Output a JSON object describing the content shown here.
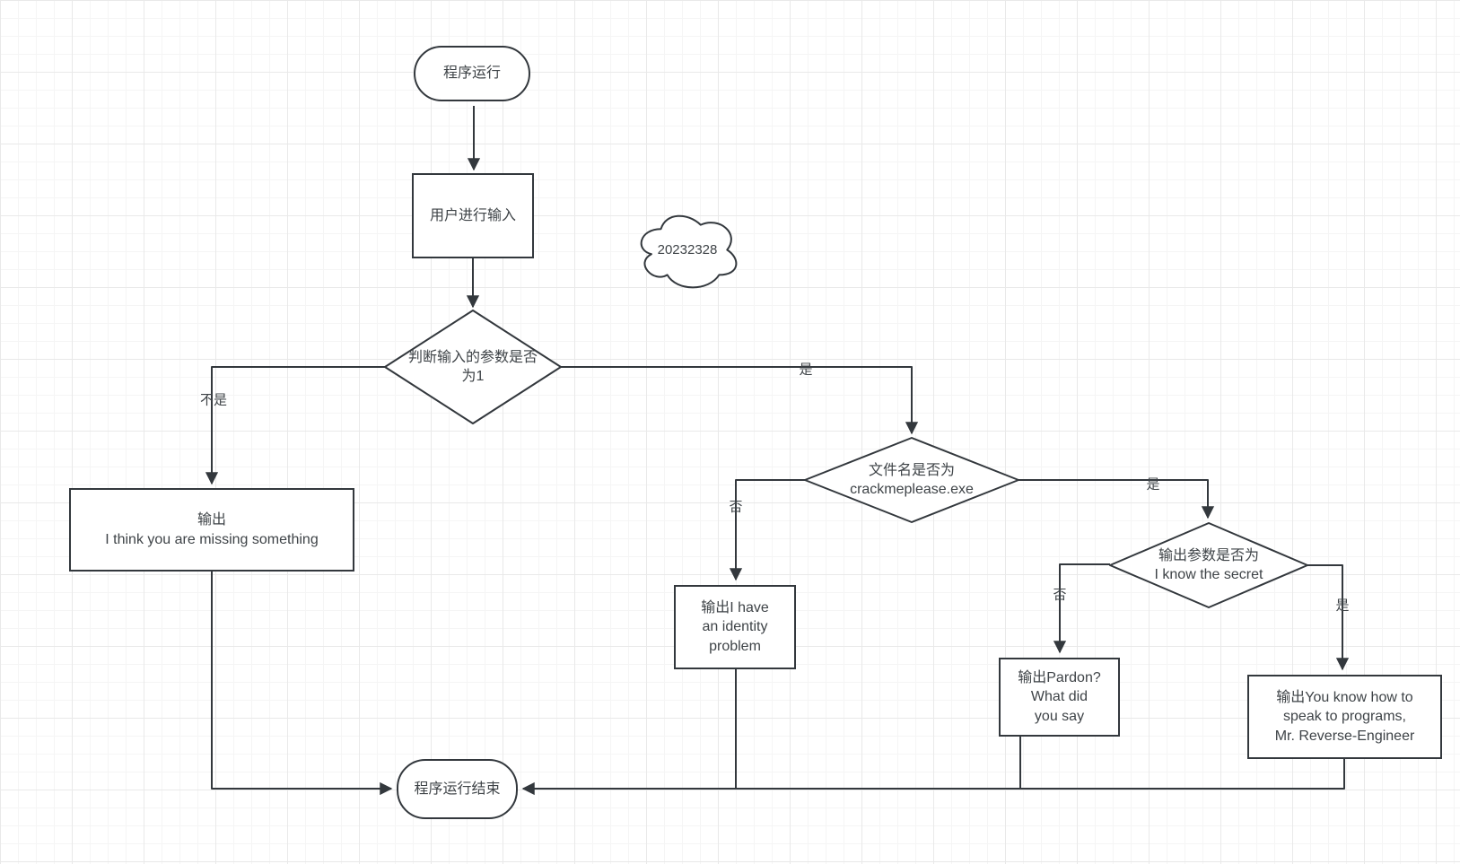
{
  "canvas": {
    "background": "#ffffff",
    "grid_minor_color": "#f5f5f5",
    "grid_major_color": "#e9e9e9",
    "stroke_color": "#33383d",
    "text_color": "#3e4347"
  },
  "nodes": {
    "start": {
      "type": "terminator",
      "label": "程序运行"
    },
    "user_input": {
      "type": "process",
      "label": "用户进行输入"
    },
    "annotation_cloud": {
      "type": "cloud",
      "label": "20232328"
    },
    "decision_arg_count": {
      "type": "decision",
      "label": "判断输入的参数是否\n为1"
    },
    "output_missing": {
      "type": "process",
      "label": "输出\nI think you are missing something"
    },
    "decision_filename": {
      "type": "decision",
      "label": "文件名是否为\ncrackmeplease.exe"
    },
    "output_identity": {
      "type": "process",
      "label": "输出I have\nan identity\nproblem"
    },
    "decision_secret": {
      "type": "decision",
      "label": "输出参数是否为\nI know the secret"
    },
    "output_pardon": {
      "type": "process",
      "label": "输出Pardon?\nWhat did\nyou say"
    },
    "output_engineer": {
      "type": "process",
      "label": "输出You know how to\nspeak to programs,\nMr. Reverse-Engineer"
    },
    "end": {
      "type": "terminator",
      "label": "程序运行结束"
    }
  },
  "edge_labels": {
    "arg_no": "不是",
    "arg_yes": "是",
    "filename_no": "否",
    "filename_yes": "是",
    "secret_no": "否",
    "secret_yes": "是"
  }
}
